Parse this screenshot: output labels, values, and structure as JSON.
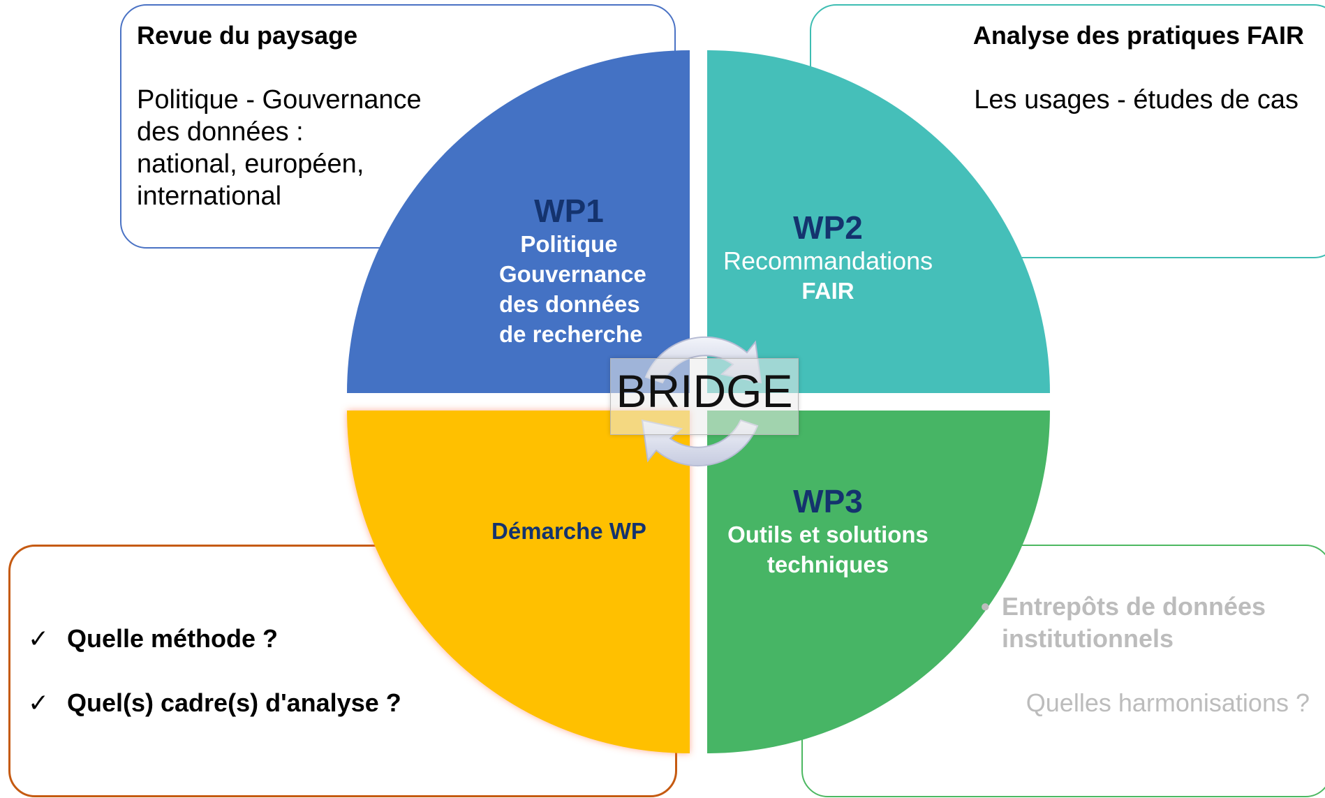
{
  "boxes": {
    "top_left": {
      "title": "Revue du paysage",
      "lines": [
        "Politique - Gouvernance",
        "des données :",
        "national, européen,",
        "international"
      ]
    },
    "top_right": {
      "title": "Analyse des pratiques FAIR",
      "body": "Les usages  - études de cas"
    },
    "bottom_left": {
      "items": [
        "Quelle méthode ?",
        "Quel(s) cadre(s)  d'analyse ?"
      ],
      "check_glyph": "✓"
    },
    "bottom_right": {
      "bullet": "Entrepôts de données institutionnels",
      "question": "Quelles harmonisations ?"
    }
  },
  "wheel": {
    "wp1": {
      "head": "WP1",
      "lines": [
        "Politique",
        "Gouvernance",
        "des données",
        "de recherche"
      ],
      "color": "#4472c4"
    },
    "wp2": {
      "head": "WP2",
      "line1": "Recommandations",
      "line2": "FAIR",
      "color": "#45bfb9"
    },
    "wp3": {
      "head": "WP3",
      "lines": [
        "Outils et solutions",
        "techniques"
      ],
      "color": "#47b565"
    },
    "wp4": {
      "label": "Démarche WP",
      "color": "#ffc000"
    },
    "center": "BRIDGE"
  },
  "colors": {
    "box_blue": "#4a72c4",
    "box_teal": "#3dbdb2",
    "box_orange": "#c55a11",
    "box_green": "#4cb861",
    "heading_navy": "#14336e"
  }
}
